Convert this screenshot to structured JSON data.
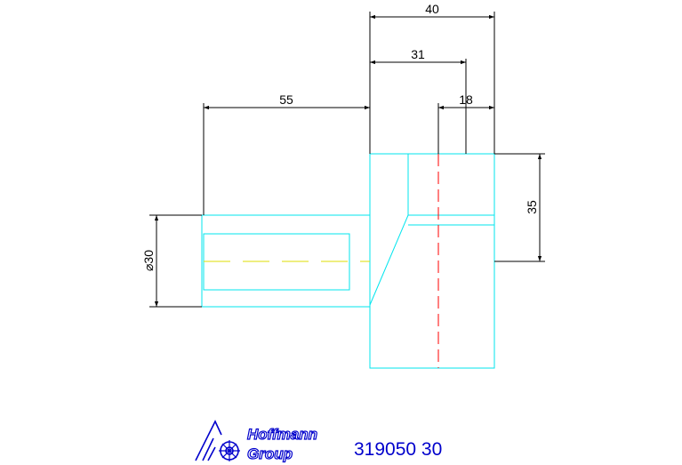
{
  "drawing": {
    "dimensions": {
      "overall_width": "40",
      "inner_width": "31",
      "axis_offset": "18",
      "stem_length": "55",
      "block_height": "35",
      "stem_diameter": "⌀30"
    }
  },
  "footer": {
    "logo_line1": "Hoffmann",
    "logo_line2": "Group",
    "part_number": "319050 30"
  },
  "colors": {
    "outline": "#00e5ee",
    "centerline_red": "#ff0000",
    "centerline_yellow": "#dddd00",
    "dimension": "#000000",
    "logo": "#0000cc"
  }
}
